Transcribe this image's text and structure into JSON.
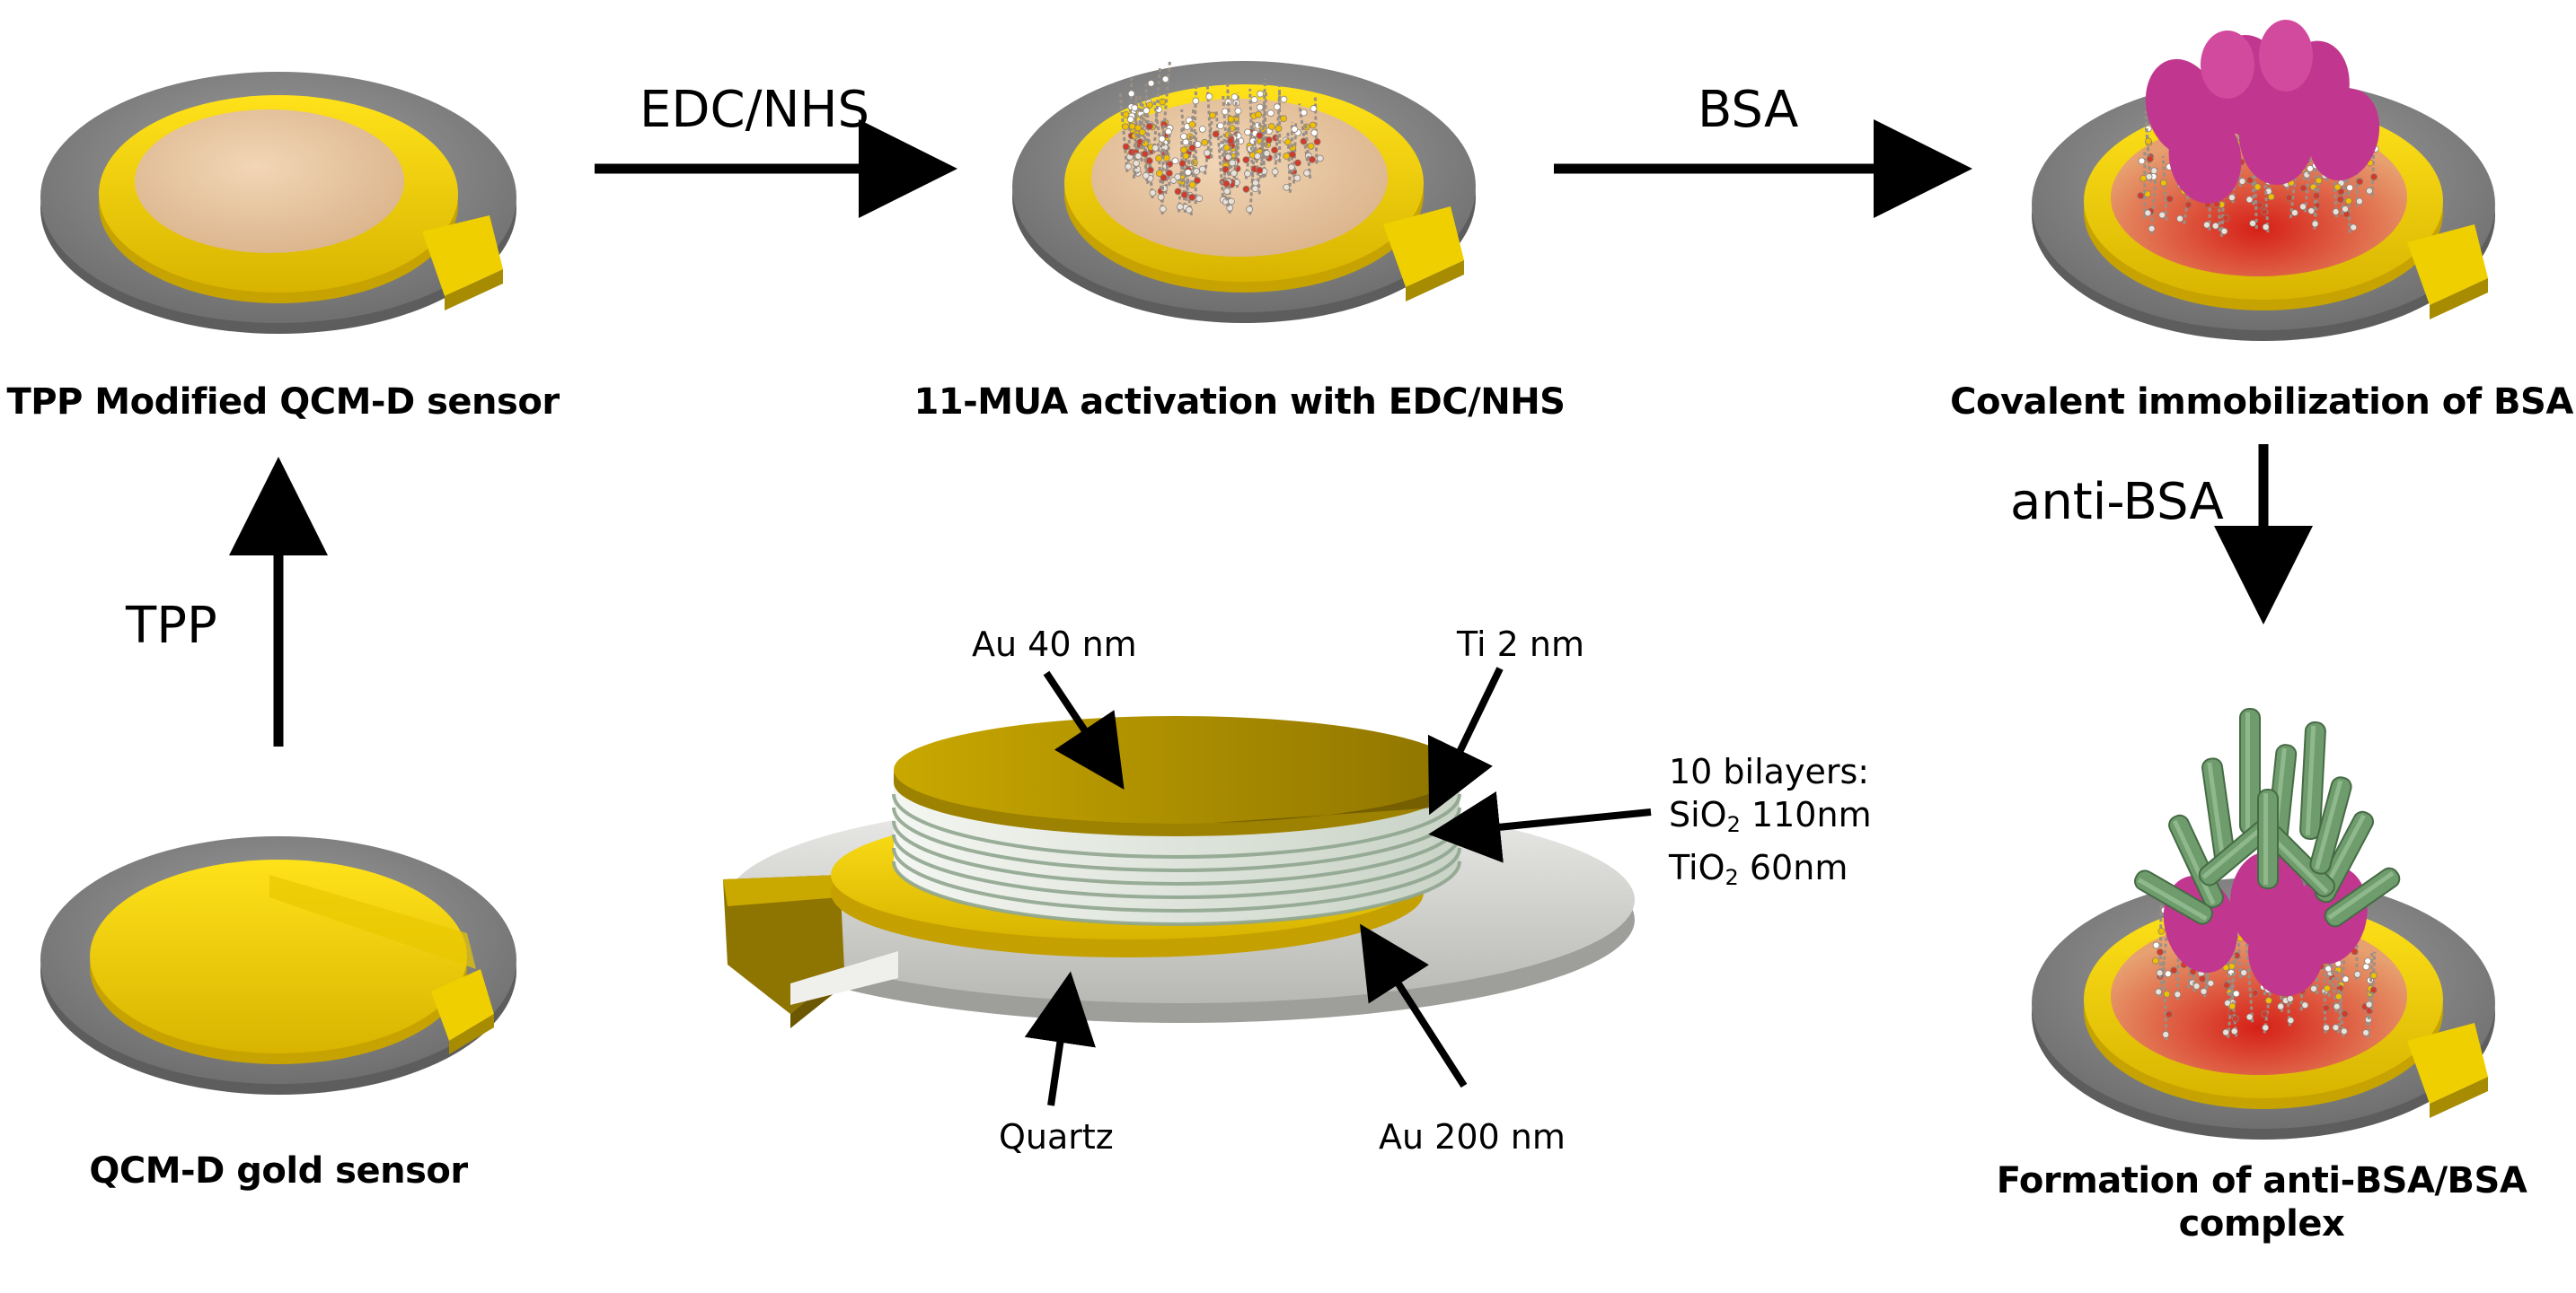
{
  "captions": {
    "tpp_sensor": "TPP Modified QCM-D sensor",
    "mua_activation": "11-MUA activation with EDC/NHS",
    "bsa_immobilization": "Covalent immobilization of BSA",
    "gold_sensor": "QCM-D gold sensor",
    "complex_line1": "Formation of anti-BSA/BSA",
    "complex_line2": "complex"
  },
  "steps": {
    "edc_nhs": "EDC/NHS",
    "bsa": "BSA",
    "anti_bsa": "anti-BSA",
    "tpp": "TPP"
  },
  "cross_section": {
    "au40": "Au 40 nm",
    "ti2": "Ti 2 nm",
    "bilayers": "10 bilayers:",
    "sio2_prefix": "SiO",
    "sio2_sub": "2",
    "sio2_value": " 110nm",
    "tio2_prefix": "TiO",
    "tio2_sub": "2",
    "tio2_value": " 60nm",
    "quartz": "Quartz",
    "au200": "Au 200 nm"
  },
  "colors": {
    "gold": "#f1d200",
    "gold_dark": "#b49a00",
    "gray_disc": "#8a8a8a",
    "gray_rim": "#5f5f5f",
    "tpp_film": "#e9c8a2",
    "bsa_protein": "#c1368f",
    "antibody": "#6a9a6a",
    "quartz": "#d7d7d3",
    "bilayer_light": "#e8eee6",
    "bilayer_stripe": "#8fa58f",
    "arrow": "#000000"
  }
}
